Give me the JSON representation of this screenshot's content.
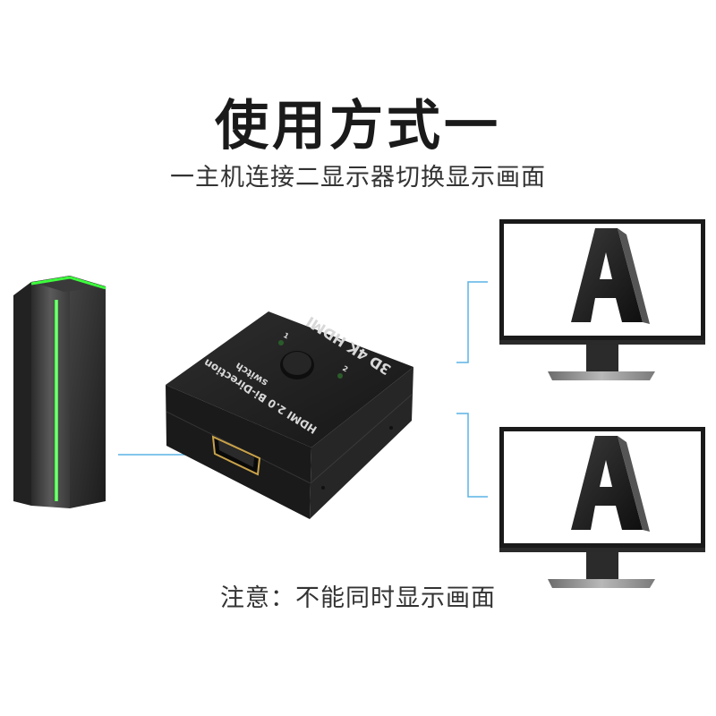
{
  "title": "使用方式一",
  "subtitle": "一主机连接二显示器切换显示画面",
  "note": "注意：不能同时显示画面",
  "device": {
    "spec_label": "3D  4K  HDMI",
    "model_label": "HDMI 2.0 Bi-Direction",
    "type_label": "switch",
    "port_label_1": "1",
    "port_label_2": "2"
  },
  "screens": {
    "top_letter": "A",
    "bottom_letter": "A"
  },
  "colors": {
    "connector_line": "#5ab4e5",
    "pc_glow": "#3dff3d",
    "device_body": "#1e1e1e"
  }
}
